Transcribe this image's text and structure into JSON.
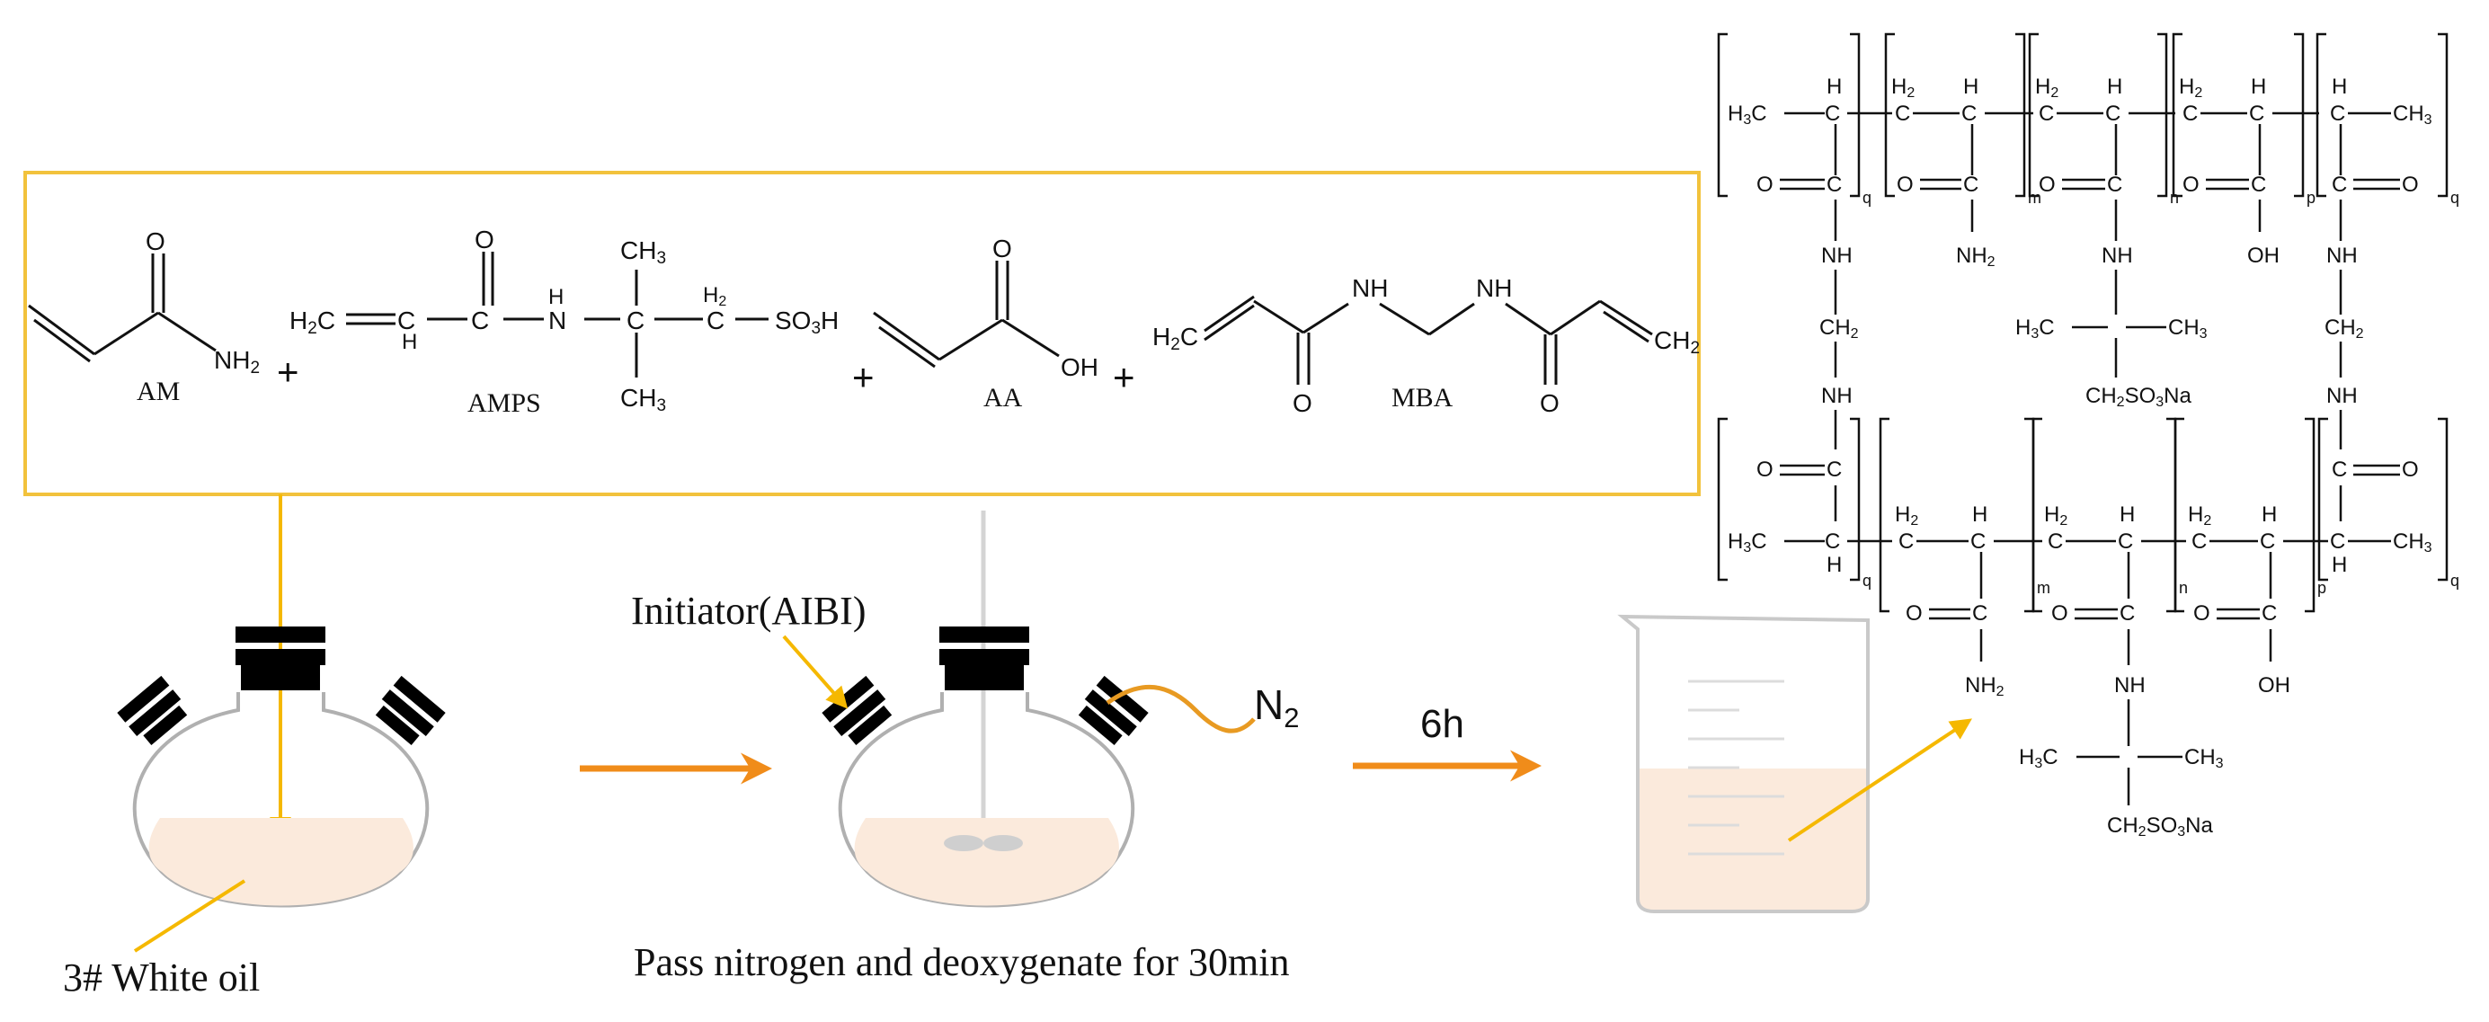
{
  "monomers": {
    "am": "AM",
    "amps": "AMPS",
    "aa": "AA",
    "mba": "MBA",
    "plus": "+"
  },
  "atoms": {
    "o": "O",
    "nh2": "NH2",
    "nh": "NH",
    "n": "N",
    "h": "H",
    "h2": "H2",
    "h2c": "H2C",
    "ch2": "CH2",
    "ch3": "CH3",
    "h3c": "H3C",
    "so3h": "SO3H",
    "oh": "OH",
    "ch2so3na": "CH2SO3Na",
    "c": "C"
  },
  "subscripts": {
    "q": "q",
    "m": "m",
    "n": "n",
    "p": "p"
  },
  "process": {
    "white_oil": "3# White oil",
    "initiator": "Initiator(AIBI)",
    "nitrogen": "N2",
    "nitrogen_step": "Pass nitrogen and deoxygenate for 30min",
    "duration": "6h"
  },
  "colors": {
    "box_border": "#f2c23c",
    "pointer": "#f5b800",
    "arrow": "#f08c1a",
    "liquid": "#fbeadc",
    "ink": "#111111",
    "stopper": "#000000",
    "tube": "#e89a22"
  }
}
